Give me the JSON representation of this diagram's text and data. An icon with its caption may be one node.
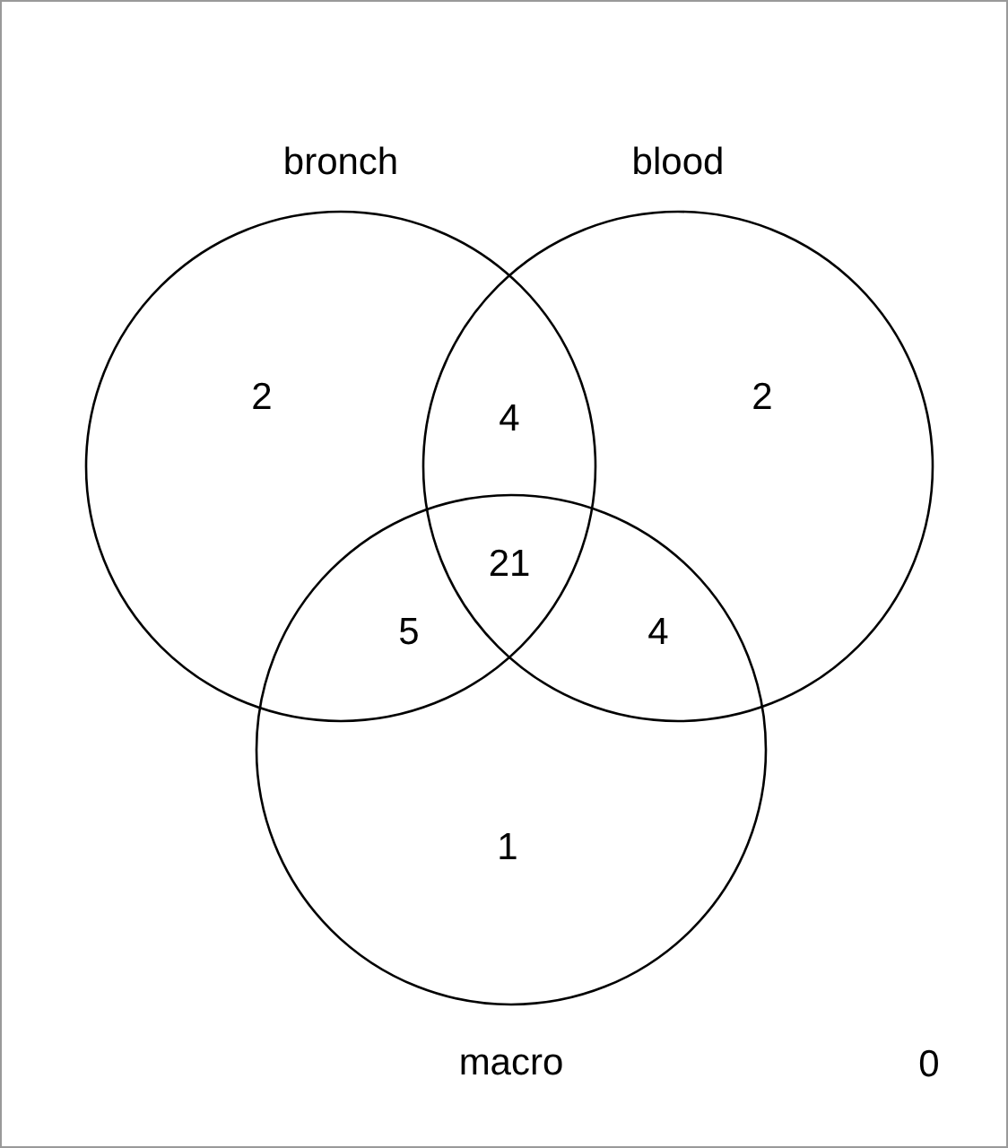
{
  "diagram": {
    "nodes": [
      {
        "text": [
          "bronch"
        ]
      },
      {
        "text": [
          "blood"
        ]
      },
      {
        "text": [
          "macro"
        ]
      }
    ],
    "labels": [
      "2",
      "4",
      "2",
      "21",
      "5",
      "4",
      "1",
      "0"
    ]
  }
}
